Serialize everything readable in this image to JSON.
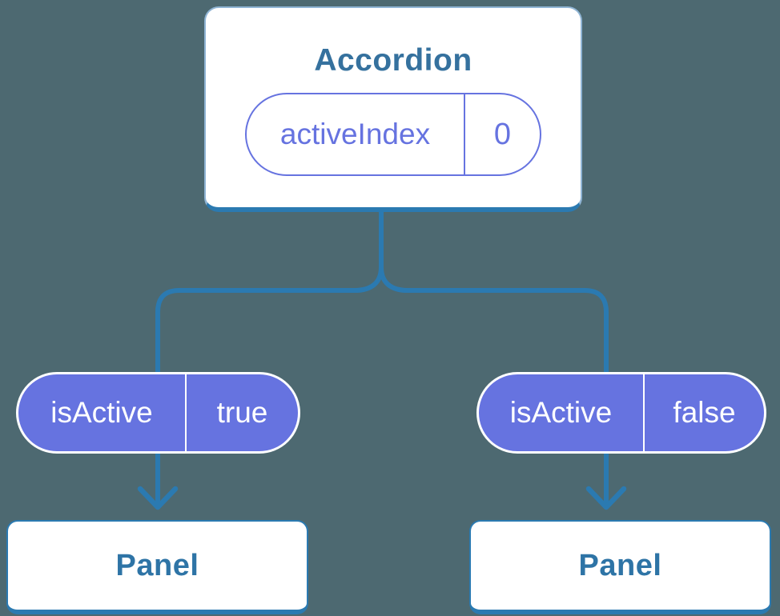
{
  "diagram": {
    "type": "component-tree",
    "colors": {
      "background": "#4d6971",
      "connector_blue": "#2b7ab1",
      "component_text_blue": "#35719e",
      "prop_purple": "#6673e0",
      "box_fill": "#ffffff"
    },
    "root": {
      "title": "Accordion",
      "prop": {
        "name": "activeIndex",
        "value": "0"
      }
    },
    "children": [
      {
        "prop": {
          "name": "isActive",
          "value": "true"
        },
        "title": "Panel"
      },
      {
        "prop": {
          "name": "isActive",
          "value": "false"
        },
        "title": "Panel"
      }
    ]
  }
}
